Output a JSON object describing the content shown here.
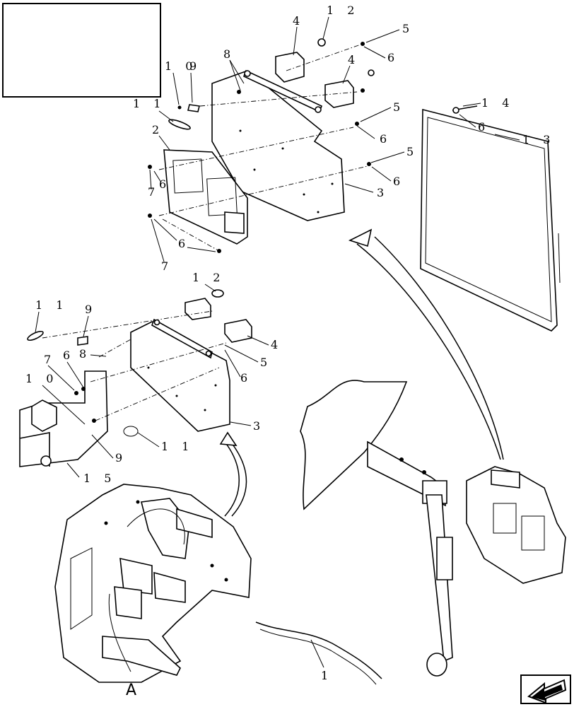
{
  "diagram": {
    "callouts_top": [
      "1 2",
      "5",
      "4",
      "6",
      "8",
      "1 0",
      "9",
      "4",
      "1 1",
      "2",
      "5",
      "6",
      "5",
      "7",
      "6",
      "3",
      "6",
      "7"
    ],
    "callouts_right": [
      "1 4",
      "6",
      "1 3"
    ],
    "callouts_mid": [
      "1 2",
      "1 1",
      "9",
      "8",
      "4",
      "7",
      "6",
      "5",
      "1 0",
      "6",
      "3",
      "1 1",
      "9",
      "1 5"
    ],
    "callout_bottom": "1",
    "view_label": "A"
  },
  "icons": {
    "nav": "arrow-icon"
  }
}
